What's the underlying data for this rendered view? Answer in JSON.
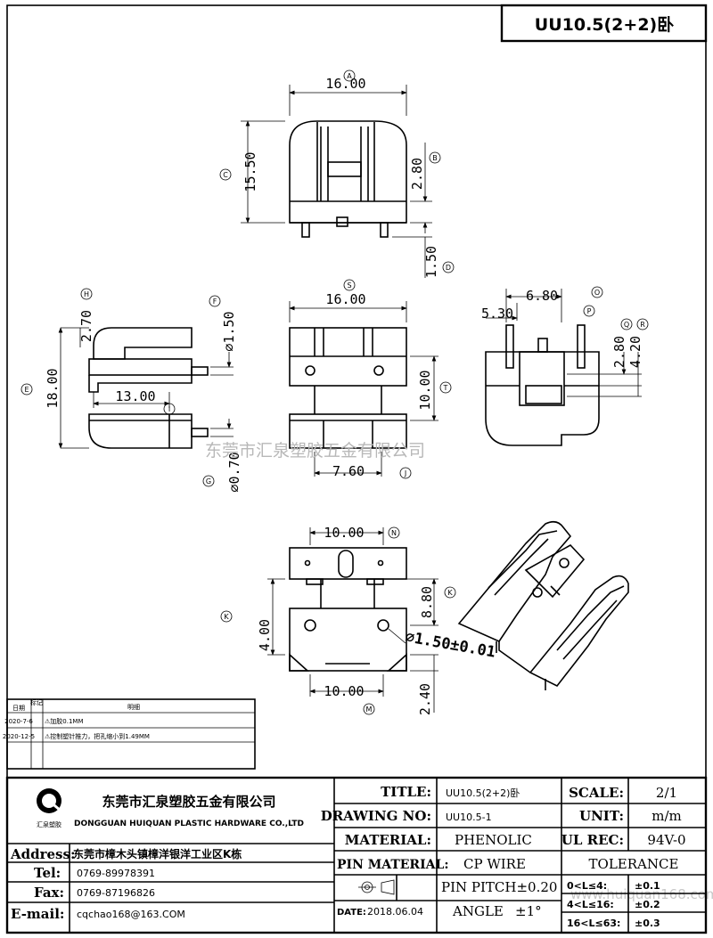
{
  "part_title": "UU10.5(2+2)卧",
  "dims": {
    "a_width": "16.00",
    "c_height": "15.50",
    "b_dim": "2.80",
    "d_dim": "1.50",
    "s_width": "16.00",
    "h_dim": "2.70",
    "f_dim": "⌀1.50",
    "e_dim": "18.00",
    "i_dim": "13.00",
    "g_dim": "⌀0.70",
    "t_dim": "10.00",
    "j_dim": "7.60",
    "o_dim": "6.80",
    "p_dim": "5.30",
    "q_dim": "2.80",
    "r_dim": "4.20",
    "n_dim": "10.00",
    "k_dim1": "8.80",
    "k_dim2": "4.00",
    "hole_dim": "⌀1.50±0.01",
    "m_dim": "10.00",
    "m_dim2": "2.40"
  },
  "tags": {
    "a": "A",
    "b": "B",
    "c": "C",
    "d": "D",
    "e": "E",
    "f": "F",
    "g": "G",
    "h": "H",
    "i": "I",
    "j": "J",
    "k": "K",
    "m": "M",
    "n": "N",
    "o": "O",
    "p": "P",
    "q": "Q",
    "r": "R",
    "s": "S",
    "t": "T"
  },
  "watermark": "东莞市汇泉塑胶五金有限公司",
  "watermark2": "www.huiquan168.com",
  "revision": {
    "col_date": "日期",
    "col_mark": "标记",
    "col_desc": "明细",
    "rows": [
      {
        "date": "2020-7-6",
        "desc": "⚠加胶0.1MM"
      },
      {
        "date": "2020-12-5",
        "desc": "⚠控制塑针推力，把孔缩小到1.49MM"
      }
    ]
  },
  "company": {
    "logo_text": "汇泉塑胶",
    "name_cn": "东莞市汇泉塑胶五金有限公司",
    "name_en": "DONGGUAN HUIQUAN PLASTIC HARDWARE CO.,LTD"
  },
  "contact": {
    "address_label": "Address:",
    "address": "东莞市樟木头镇樟洋银洋工业区K栋",
    "tel_label": "Tel:",
    "tel": "0769-89978391",
    "fax_label": "Fax:",
    "fax": "0769-87196826",
    "email_label": "E-mail:",
    "email": "cqchao168@163.COM"
  },
  "titleblock": {
    "title_label": "TITLE:",
    "title_value": "UU10.5(2+2)卧",
    "drawing_label": "DRAWING NO:",
    "drawing_value": "UU10.5-1",
    "material_label": "MATERIAL:",
    "material_value": "PHENOLIC",
    "pin_material_label": "PIN MATERIAL:",
    "pin_material_value": "CP WIRE",
    "date_label": "DATE:",
    "date_value": "2018.06.04",
    "pin_pitch": "PIN PITCH±0.20",
    "angle_label": "ANGLE",
    "angle_value": "±1°",
    "scale_label": "SCALE:",
    "scale_value": "2/1",
    "unit_label": "UNIT:",
    "unit_value": "m/m",
    "ul_label": "UL REC:",
    "ul_value": "94V-0",
    "tolerance_label": "TOLERANCE",
    "tol1_range": "0<L≤4:",
    "tol1_value": "±0.1",
    "tol2_range": "4<L≤16:",
    "tol2_value": "±0.2",
    "tol3_range": "16<L≤63:",
    "tol3_value": "±0.3"
  }
}
